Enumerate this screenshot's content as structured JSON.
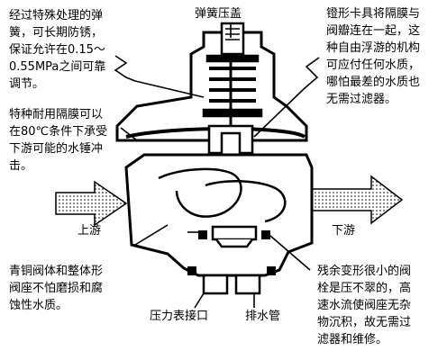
{
  "annotations": {
    "spring_note": "经过特殊处理的弹\n簧，可长期防锈，\n保证允许在0.15～\n0.55MPa之间可靠\n调节。",
    "diaphragm_note": "特种耐用隔膜可以\n在80℃条件下承受\n下游可能的水锤冲\n击。",
    "body_note": "青铜阀体和整体形\n阀座不怕磨损和腐\n蚀性水质。",
    "clamp_note": "镫形卡具将隔膜与\n阀瓣连在一起，这\n种自由浮游的机构\n可应付任何水质，\n哪怕最差的水质也\n无需过滤器。",
    "plug_note": "残余变形很小的阀\n栓是压不翠的，高\n速水流使阀座无杂\n物沉积，故无需过\n滤器和维修。"
  },
  "labels": {
    "spring_cover": "弹簧压盖",
    "upstream": "上游",
    "downstream": "下游",
    "gauge_port": "压力表接口",
    "drain_pipe": "排水管"
  }
}
